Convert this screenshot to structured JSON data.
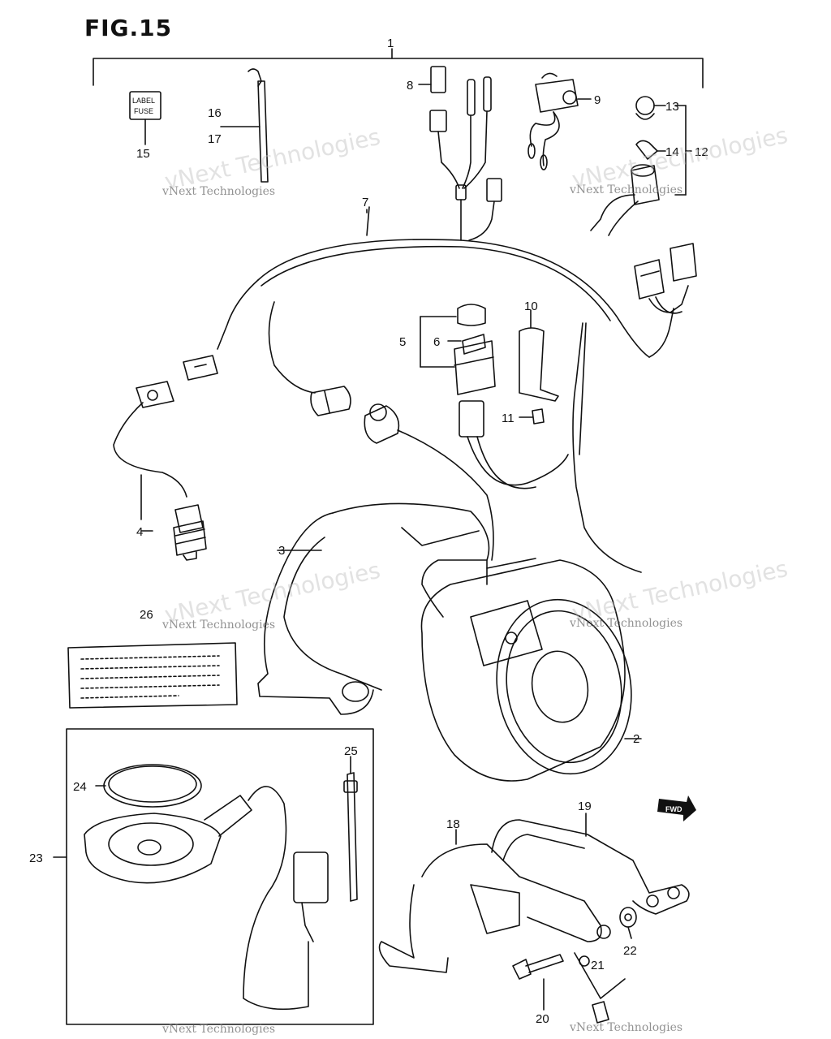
{
  "figure": {
    "title": "FIG.15"
  },
  "parts": [
    {
      "num": "1"
    },
    {
      "num": "2"
    },
    {
      "num": "3"
    },
    {
      "num": "4"
    },
    {
      "num": "5"
    },
    {
      "num": "6"
    },
    {
      "num": "7"
    },
    {
      "num": "8"
    },
    {
      "num": "9"
    },
    {
      "num": "10"
    },
    {
      "num": "11"
    },
    {
      "num": "12"
    },
    {
      "num": "13"
    },
    {
      "num": "14"
    },
    {
      "num": "15"
    },
    {
      "num": "16"
    },
    {
      "num": "17"
    },
    {
      "num": "18"
    },
    {
      "num": "19"
    },
    {
      "num": "20"
    },
    {
      "num": "21"
    },
    {
      "num": "22"
    },
    {
      "num": "23"
    },
    {
      "num": "24"
    },
    {
      "num": "25"
    },
    {
      "num": "26"
    }
  ],
  "fuse_label": {
    "line1": "LABEL",
    "line2": "FUSE"
  },
  "fwd_tag": "FWD",
  "watermark": {
    "small": "vNext Technologies",
    "large": "vNext Technologies"
  }
}
